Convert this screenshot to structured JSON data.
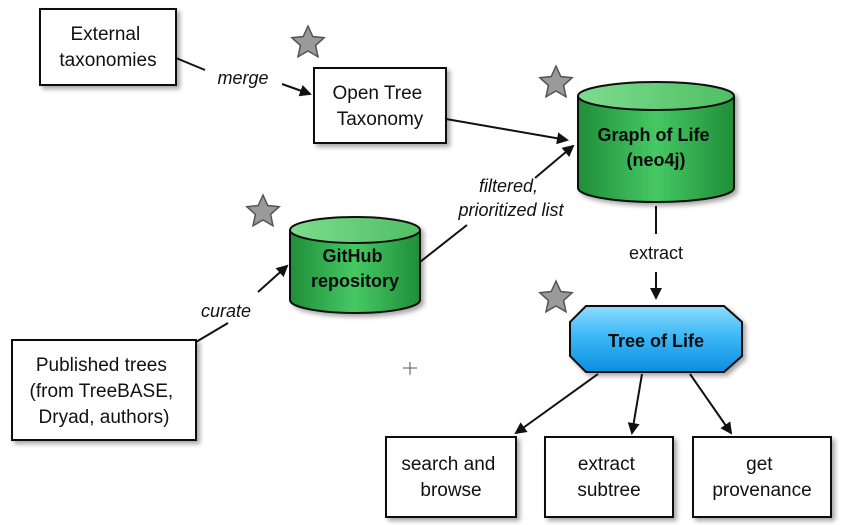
{
  "nodes": {
    "external_taxonomies": [
      "External",
      "taxonomies"
    ],
    "open_tree_taxonomy": [
      "Open Tree",
      "Taxonomy"
    ],
    "graph_of_life": [
      "Graph of Life",
      "(neo4j)"
    ],
    "github_repository": [
      "GitHub",
      "repository"
    ],
    "published_trees": [
      "Published trees",
      "(from TreeBASE,",
      "Dryad, authors)"
    ],
    "tree_of_life": "Tree of Life",
    "search_and_browse": [
      "search and",
      "browse"
    ],
    "extract_subtree": [
      "extract",
      "subtree"
    ],
    "get_provenance": [
      "get",
      "provenance"
    ]
  },
  "edges": {
    "merge": "merge",
    "filtered": [
      "filtered,",
      "prioritized list"
    ],
    "curate": "curate",
    "extract": "extract"
  },
  "colors": {
    "database_green": "#2ea84a",
    "tree_blue": "#1aa7f0",
    "star_gray": "#9a9a9a"
  }
}
